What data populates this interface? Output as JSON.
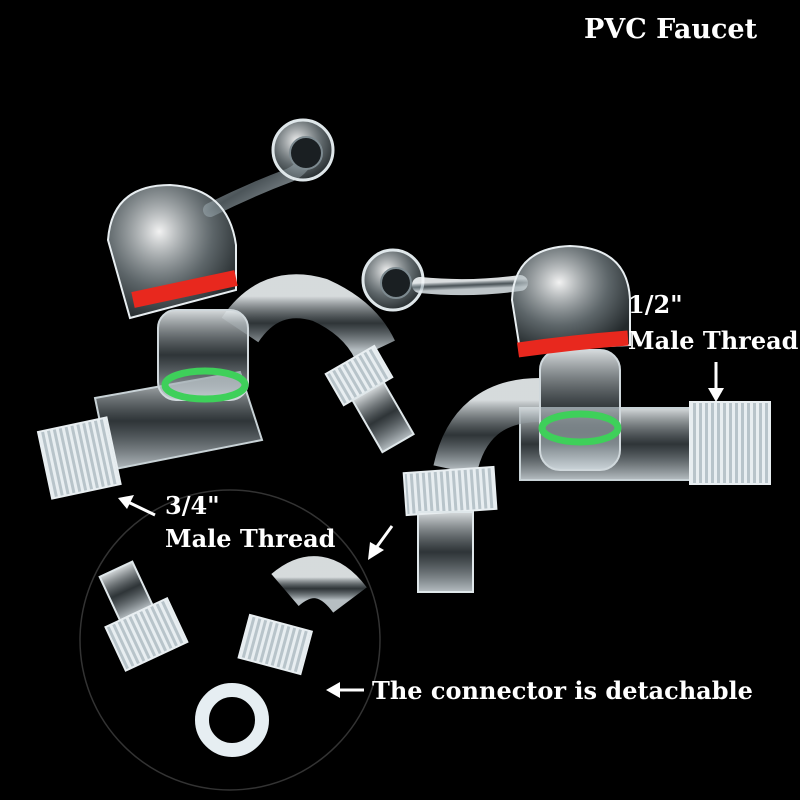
{
  "title": "PVC Faucet",
  "labels": {
    "half_inch_size": "1/2\"",
    "half_inch_type": "Male Thread",
    "three_quarter_size": "3/4\"",
    "three_quarter_type": "Male Thread",
    "detachable_note": "The connector is detachable"
  },
  "colors": {
    "background": "#000000",
    "text": "#ffffff",
    "ring_red": "#e8281e",
    "ring_green": "#3ed05a",
    "clear_plastic": "#d8e4ea"
  },
  "icons": [
    "arrow-down-icon",
    "arrow-up-left-icon",
    "arrow-down-left-icon",
    "arrow-left-icon"
  ]
}
